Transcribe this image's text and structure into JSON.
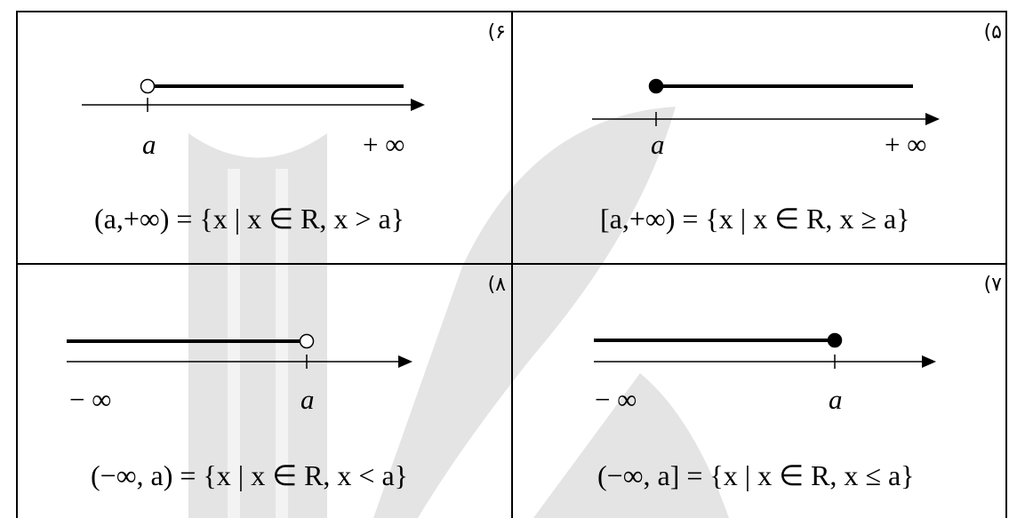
{
  "cells": [
    {
      "number": "(۶",
      "left_label": "a",
      "right_label": "+ ∞",
      "formula": "(a,+∞) = {x | x ∈ R, x > a}",
      "endpoint": "open",
      "ray": "right"
    },
    {
      "number": "(۵",
      "left_label": "a",
      "right_label": "+ ∞",
      "formula": "[a,+∞) = {x | x ∈ R, x ≥ a}",
      "endpoint": "closed",
      "ray": "right"
    },
    {
      "number": "(۸",
      "left_label": "− ∞",
      "right_label": "a",
      "formula": "(−∞, a) = {x | x ∈ R, x < a}",
      "endpoint": "open",
      "ray": "left"
    },
    {
      "number": "(۷",
      "left_label": "− ∞",
      "right_label": "a",
      "formula": "(−∞, a] = {x | x ∈ R, x ≤ a}",
      "endpoint": "closed",
      "ray": "left"
    }
  ],
  "colors": {
    "line": "#000000",
    "watermark": "#e4e4e4"
  }
}
